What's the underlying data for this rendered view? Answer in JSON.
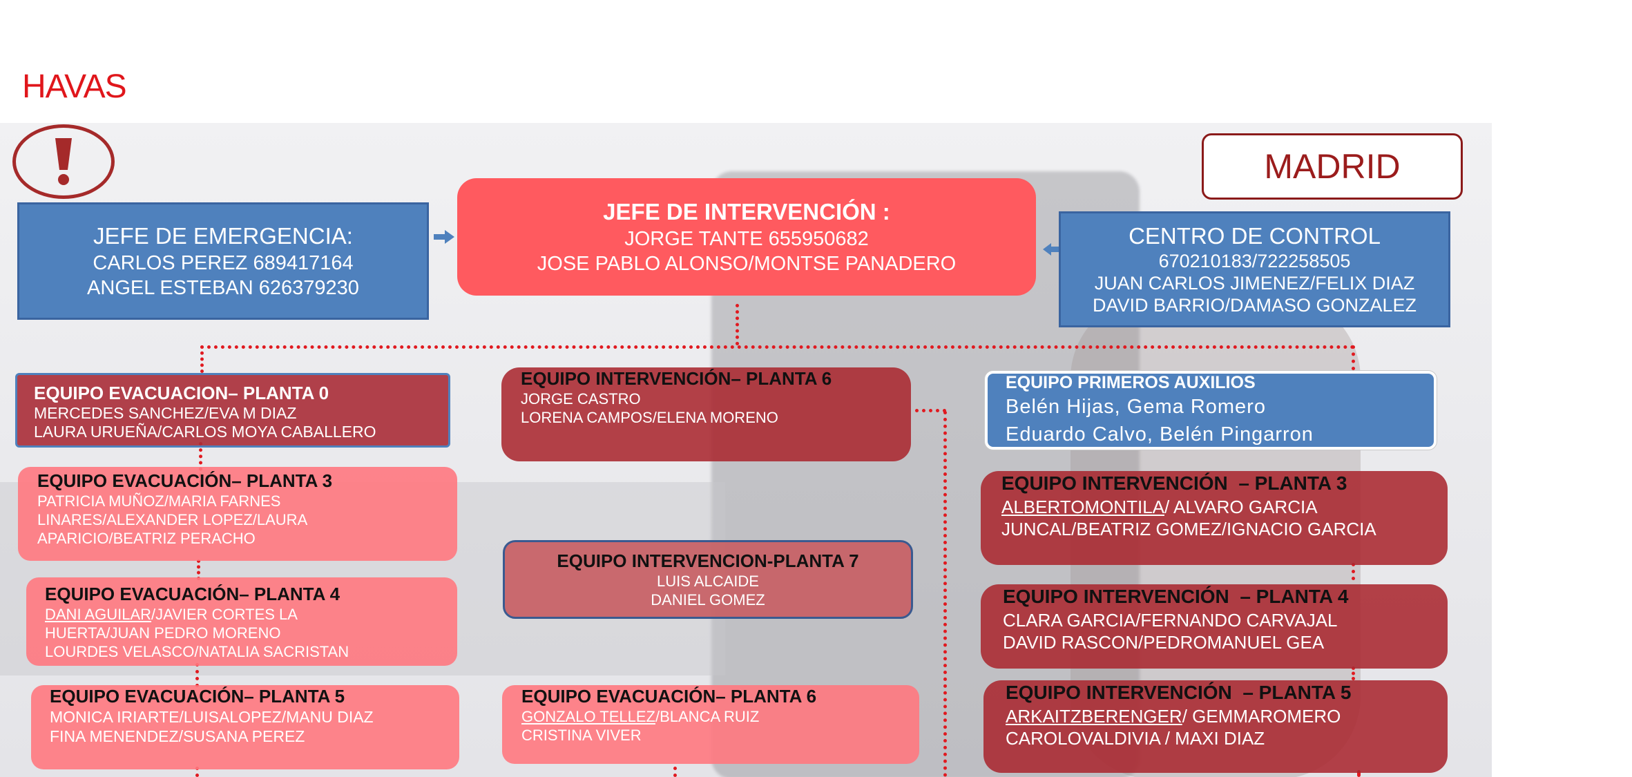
{
  "logo": "HAVAS",
  "location": "MADRID",
  "colors": {
    "brand_red": "#e0161b",
    "blue": "#4f81bd",
    "dark_red": "#aa2830",
    "pink": "#ff7880"
  },
  "top": {
    "jefe_emergencia": {
      "title": "JEFE DE EMERGENCIA:",
      "lines": [
        "CARLOS PEREZ 689417164",
        "ANGEL ESTEBAN 626379230"
      ]
    },
    "jefe_intervencion": {
      "title": "JEFE DE INTERVENCIÓN :",
      "lines": [
        "JORGE TANTE 655950682",
        "JOSE PABLO ALONSO/MONTSE PANADERO"
      ]
    },
    "centro_control": {
      "title": "CENTRO DE CONTROL",
      "lines": [
        "670210183/722258505",
        "JUAN CARLOS JIMENEZ/FELIX DIAZ",
        "DAVID BARRIO/DAMASO GONZALEZ"
      ]
    }
  },
  "teams": {
    "evac_p0": {
      "title": "EQUIPO EVACUACION– PLANTA 0",
      "lines": [
        "MERCEDES SANCHEZ/EVA M DIAZ",
        "LAURA URUEÑA/CARLOS MOYA CABALLERO"
      ]
    },
    "evac_p3": {
      "title": "EQUIPO EVACUACIÓN– PLANTA 3",
      "lines": [
        "PATRICIA MUÑOZ/MARIA FARNES",
        "LINARES/ALEXANDER LOPEZ/LAURA",
        "APARICIO/BEATRIZ PERACHO"
      ]
    },
    "evac_p4": {
      "title": "EQUIPO EVACUACIÓN– PLANTA 4",
      "underlined": "DANI AGUILAR",
      "line1_rest": "/JAVIER CORTES LA",
      "lines": [
        "HUERTA/JUAN PEDRO MORENO",
        "LOURDES VELASCO/NATALIA SACRISTAN"
      ]
    },
    "evac_p5": {
      "title": "EQUIPO EVACUACIÓN– PLANTA 5",
      "lines": [
        "MONICA IRIARTE/LUISALOPEZ/MANU DIAZ",
        "FINA MENENDEZ/SUSANA PEREZ"
      ]
    },
    "int_p6": {
      "title": "EQUIPO INTERVENCIÓN– PLANTA 6",
      "lines": [
        "JORGE CASTRO",
        "LORENA CAMPOS/ELENA MORENO"
      ]
    },
    "int_p7": {
      "title": "EQUIPO INTERVENCION-PLANTA 7",
      "lines": [
        "LUIS ALCAIDE",
        "DANIEL GOMEZ"
      ]
    },
    "evac_p6": {
      "title": "EQUIPO EVACUACIÓN– PLANTA 6",
      "underlined": "GONZALO TELLEZ",
      "line1_rest": "/BLANCA RUIZ",
      "lines": [
        "CRISTINA VIVER"
      ]
    },
    "primeros_aux": {
      "title": "EQUIPO PRIMEROS AUXILIOS",
      "lines": [
        "Belén Hijas, Gema Romero",
        "Eduardo Calvo, Belén Pingarron"
      ]
    },
    "int_p3": {
      "title": "EQUIPO INTERVENCIÓN  – PLANTA 3",
      "underlined": "ALBERTOMONTILA",
      "line1_rest": "/ ALVARO GARCIA",
      "lines": [
        "JUNCAL/BEATRIZ GOMEZ/IGNACIO GARCIA"
      ]
    },
    "int_p4": {
      "title": "EQUIPO INTERVENCIÓN  – PLANTA 4",
      "lines": [
        "CLARA GARCIA/FERNANDO CARVAJAL",
        "DAVID RASCON/PEDROMANUEL GEA"
      ]
    },
    "int_p5": {
      "title": "EQUIPO INTERVENCIÓN  – PLANTA 5",
      "underlined": "ARKAITZBERENGER",
      "line1_rest": "/ GEMMAROMERO",
      "lines": [
        "CAROLOVALDIVIA / MAXI DIAZ"
      ]
    }
  }
}
